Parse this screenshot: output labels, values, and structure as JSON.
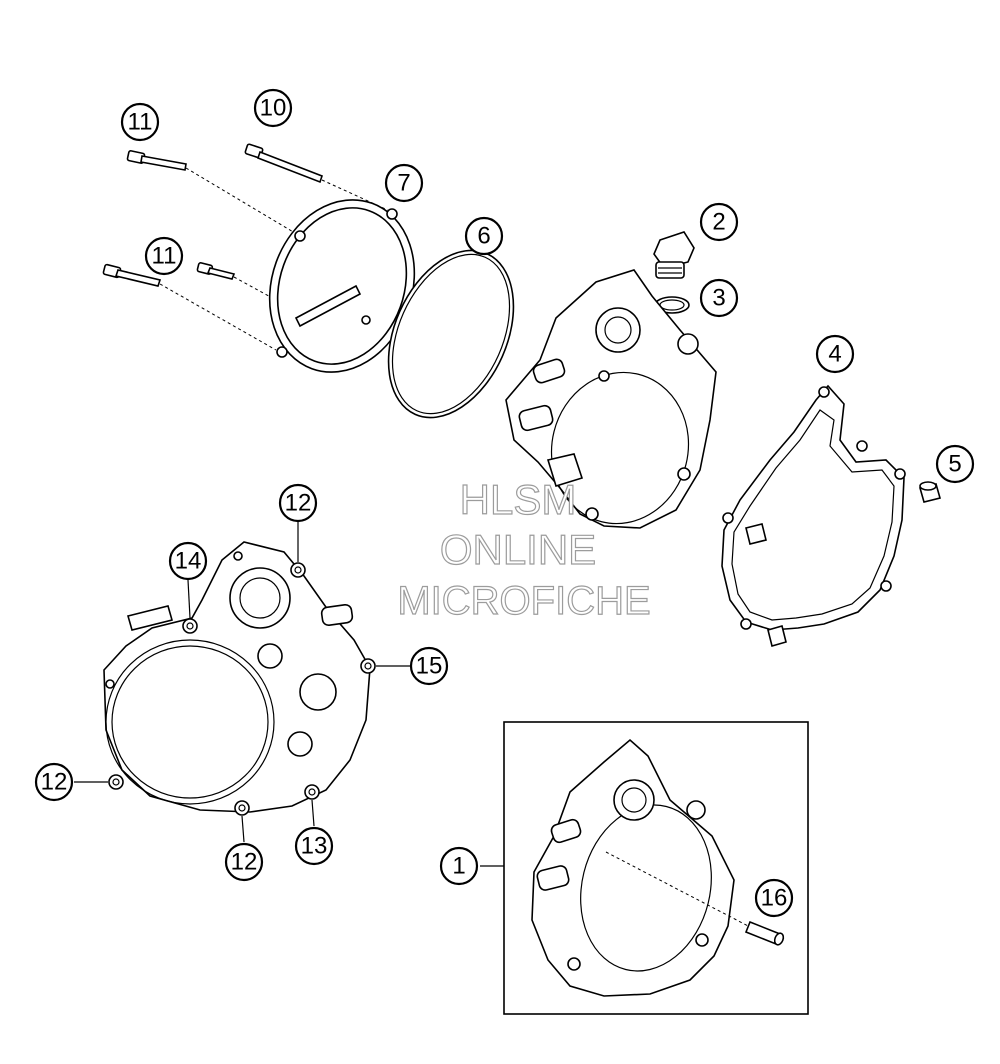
{
  "watermark": {
    "line1": "HLSM",
    "line2": "ONLINE",
    "line3": "MICROFICHE"
  },
  "callouts": {
    "c1": "1",
    "c2": "2",
    "c3": "3",
    "c4": "4",
    "c5": "5",
    "c6": "6",
    "c7": "7",
    "c10": "10",
    "c11a": "11",
    "c11b": "11",
    "c12a": "12",
    "c12b": "12",
    "c12c": "12",
    "c13": "13",
    "c14": "14",
    "c15": "15",
    "c16": "16"
  }
}
